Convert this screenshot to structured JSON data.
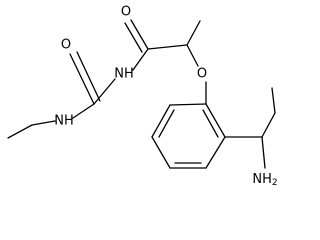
{
  "structure": {
    "atom_labels": {
      "carbonyl_oxygen_top": "O",
      "carbonyl_oxygen_urea": "O",
      "imide_nh": "NH",
      "ethyl_nh": "NH",
      "ether_oxygen": "O",
      "amine": "NH2"
    },
    "colors": {
      "bond": "#000000",
      "text": "#000000",
      "background": "#ffffff"
    }
  }
}
